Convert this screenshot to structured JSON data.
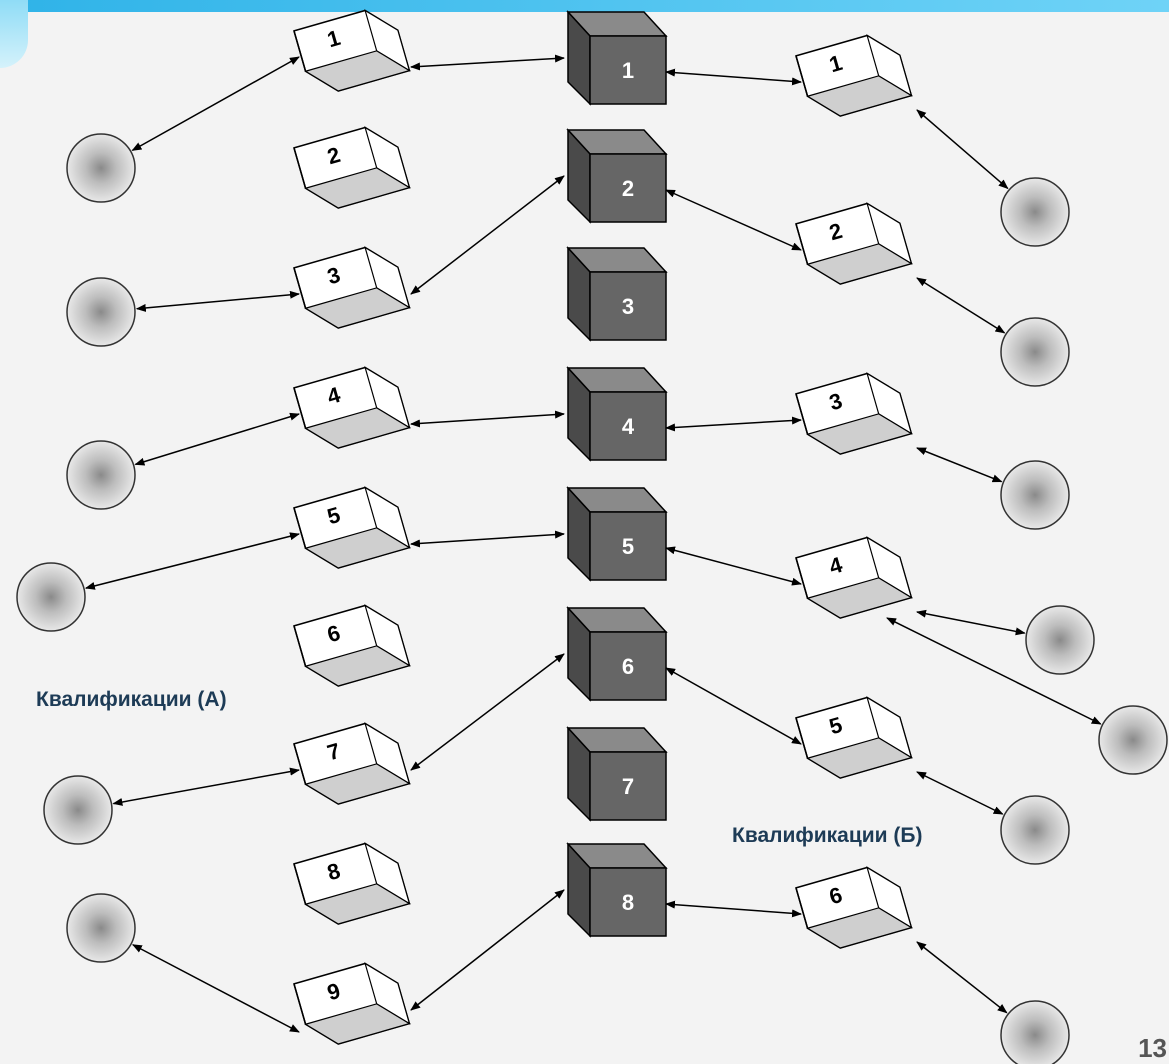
{
  "labels": {
    "group_a": "Квалификации (А)",
    "group_b": "Квалификации (Б)"
  },
  "page_number": "13",
  "colors": {
    "accent_band": "#2fb3e8",
    "dark_cube": "#666666",
    "light_cube": "#ffffff",
    "cube_bottom": "#cfcfcf",
    "arrow": "#000000"
  },
  "left_boxes": [
    "1",
    "2",
    "3",
    "4",
    "5",
    "6",
    "7",
    "8",
    "9"
  ],
  "center_cubes": [
    "1",
    "2",
    "3",
    "4",
    "5",
    "6",
    "7",
    "8"
  ],
  "right_boxes": [
    "1",
    "2",
    "3",
    "4",
    "5",
    "6"
  ],
  "links": {
    "left_to_center": [
      [
        "1",
        "1"
      ],
      [
        "3",
        "2"
      ],
      [
        "4",
        "4"
      ],
      [
        "5",
        "5"
      ],
      [
        "7",
        "6"
      ],
      [
        "9",
        "8"
      ]
    ],
    "center_to_right": [
      [
        "1",
        "1"
      ],
      [
        "2",
        "2"
      ],
      [
        "4",
        "3"
      ],
      [
        "5",
        "4"
      ],
      [
        "6",
        "5"
      ],
      [
        "8",
        "6"
      ]
    ]
  }
}
